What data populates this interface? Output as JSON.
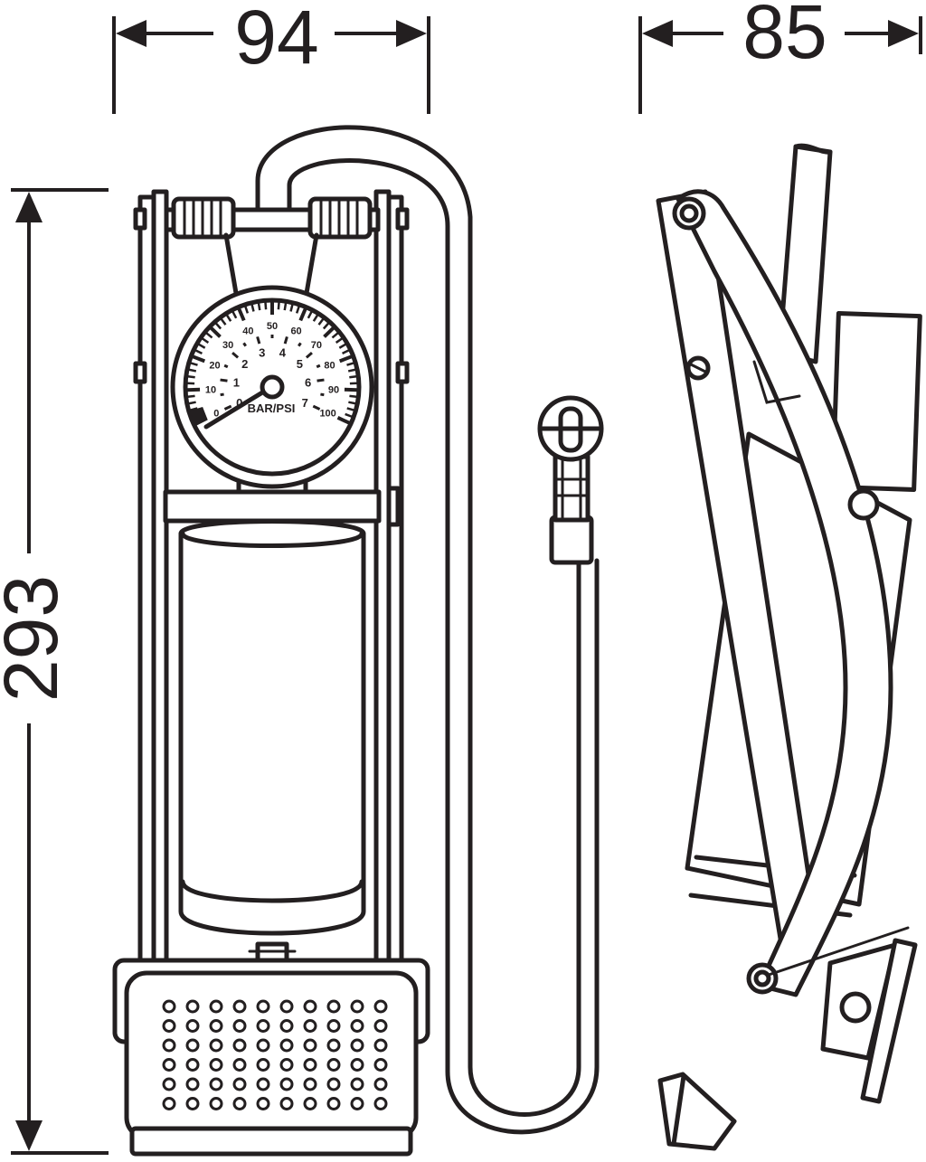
{
  "dimensions": {
    "width_front": "94",
    "width_side": "85",
    "height": "293"
  },
  "gauge": {
    "unit_label": "BAR/PSI",
    "psi_ticks": [
      "0",
      "10",
      "20",
      "30",
      "40",
      "50",
      "60",
      "70",
      "80",
      "90",
      "100"
    ],
    "bar_ticks": [
      "0",
      "1",
      "2",
      "3",
      "4",
      "5",
      "6",
      "7"
    ]
  },
  "colors": {
    "line": "#231f20",
    "background": "#ffffff"
  }
}
